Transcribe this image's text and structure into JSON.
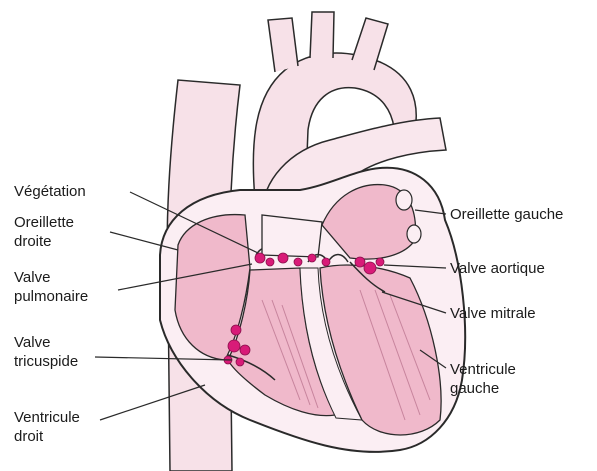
{
  "colors": {
    "tissue_light": "#f6d9e2",
    "tissue_mid": "#f0b9cb",
    "tissue_dark": "#e59bb6",
    "vegetation": "#d81b78",
    "outline": "#2a2a2a",
    "vessel_background": "#f7e1e8"
  },
  "labels": {
    "vegetation": "Végétation",
    "right_atrium": [
      "Oreillette",
      "droite"
    ],
    "pulmonary_valve": [
      "Valve",
      "pulmonaire"
    ],
    "tricuspid_valve": [
      "Valve",
      "tricuspide"
    ],
    "right_ventricle": [
      "Ventricule",
      "droit"
    ],
    "left_atrium": "Oreillette gauche",
    "aortic_valve": "Valve aortique",
    "mitral_valve": "Valve mitrale",
    "left_ventricle": [
      "Ventricule",
      "gauche"
    ]
  }
}
